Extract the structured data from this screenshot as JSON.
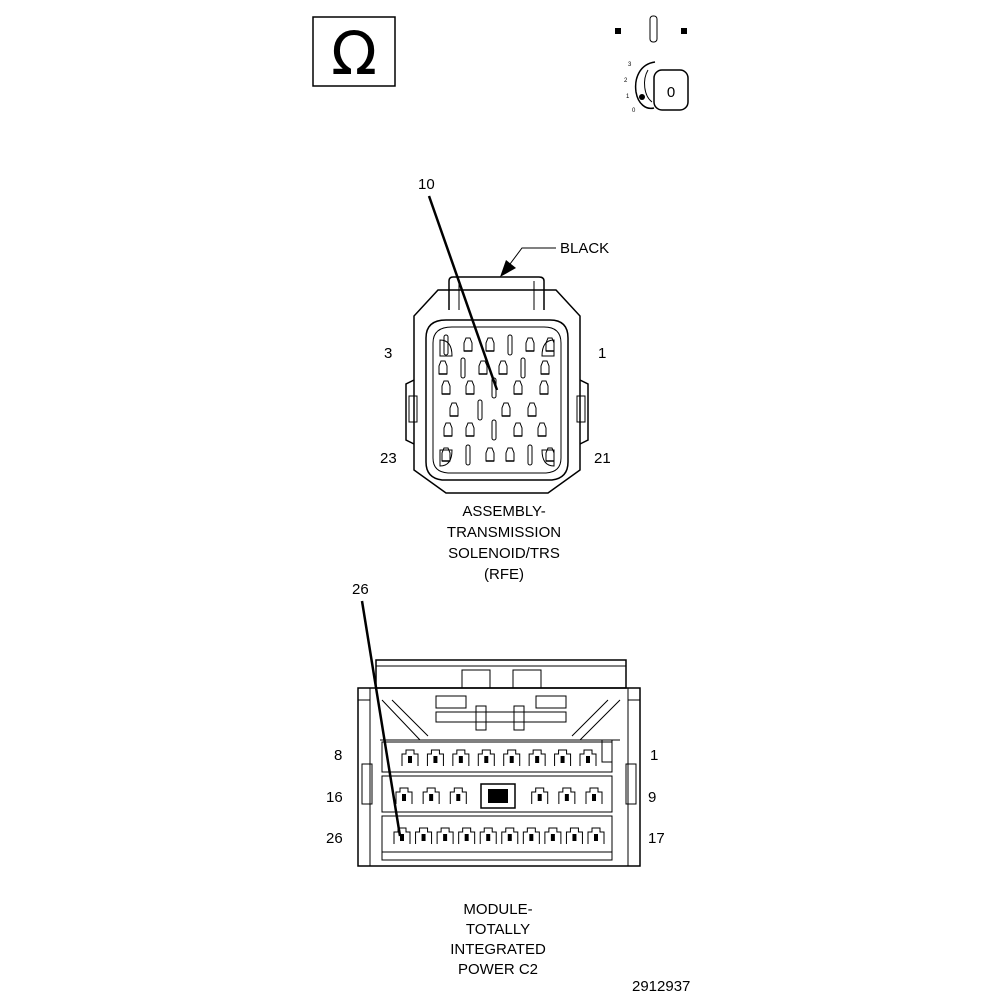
{
  "ohm_symbol": "Ω",
  "key_switch": {
    "position_labels": [
      "3",
      "2",
      "1",
      "0"
    ],
    "key_label": "0"
  },
  "connector_1": {
    "color_label": "BLACK",
    "callout_pin": "10",
    "corner_pins": {
      "top_left": "3",
      "top_right": "1",
      "bottom_left": "23",
      "bottom_right": "21"
    },
    "caption": [
      "ASSEMBLY-",
      "TRANSMISSION",
      "SOLENOID/TRS",
      "(RFE)"
    ]
  },
  "connector_2": {
    "callout_pin": "26",
    "row_pins": {
      "row1_left": "8",
      "row1_right": "1",
      "row2_left": "16",
      "row2_right": "9",
      "row3_left": "26",
      "row3_right": "17"
    },
    "caption": [
      "MODULE-",
      "TOTALLY",
      "INTEGRATED",
      "POWER C2"
    ]
  },
  "figure_number": "2912937"
}
